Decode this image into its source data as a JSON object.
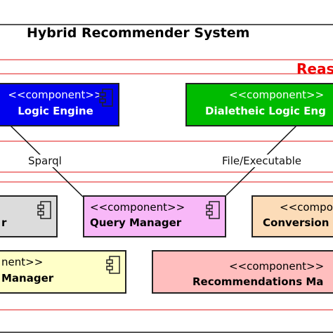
{
  "diagram": {
    "title": "Hybrid Recommender System",
    "layer_label": "Reas",
    "components": [
      {
        "id": "logic-engine",
        "stereotype": "<<component>>",
        "name": "Logic Engine",
        "fill": "#0000ee",
        "text_color": "#ffffff"
      },
      {
        "id": "dialetheic-logic-engine",
        "stereotype": "<<component>>",
        "name": "Dialetheic Logic Eng",
        "fill": "#00bb00",
        "text_color": "#ffffff"
      },
      {
        "id": "left-component",
        "stereotype": "",
        "name": "r",
        "fill": "#dcdcdc",
        "text_color": "#000000"
      },
      {
        "id": "query-manager",
        "stereotype": "<<component>>",
        "name": "Query Manager",
        "fill": "#f8b8f8",
        "text_color": "#000000"
      },
      {
        "id": "conversion",
        "stereotype": "<<compon",
        "name": "Conversion",
        "fill": "#fcdcb8",
        "text_color": "#000000"
      },
      {
        "id": "manager",
        "stereotype": "nent>>",
        "name": "Manager",
        "fill": "#ffffc8",
        "text_color": "#000000"
      },
      {
        "id": "recommendations-manager",
        "stereotype": "<<component>>",
        "name": "Recommendations Ma",
        "fill": "#ffbebe",
        "text_color": "#000000"
      }
    ],
    "edges": [
      {
        "from": "logic-engine",
        "to": "query-manager",
        "label": "Sparql"
      },
      {
        "from": "dialetheic-logic-engine",
        "to": "query-manager",
        "label": "File/Executable"
      }
    ]
  }
}
